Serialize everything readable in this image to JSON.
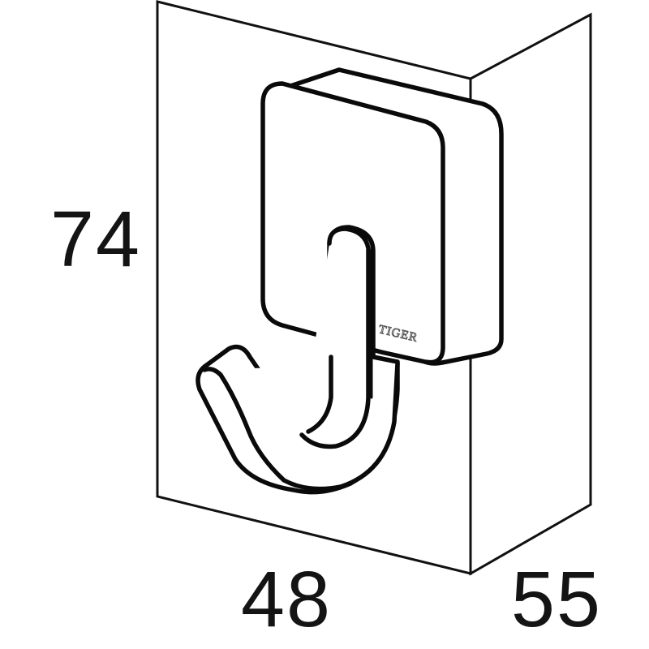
{
  "diagram": {
    "subject": "wall hook",
    "brand_label": "TIGER",
    "dimensions": {
      "height": "74",
      "width": "48",
      "depth": "55"
    },
    "colors": {
      "line": "#0a0a0a",
      "background": "#ffffff",
      "brand_text_outline": "#555555"
    }
  }
}
